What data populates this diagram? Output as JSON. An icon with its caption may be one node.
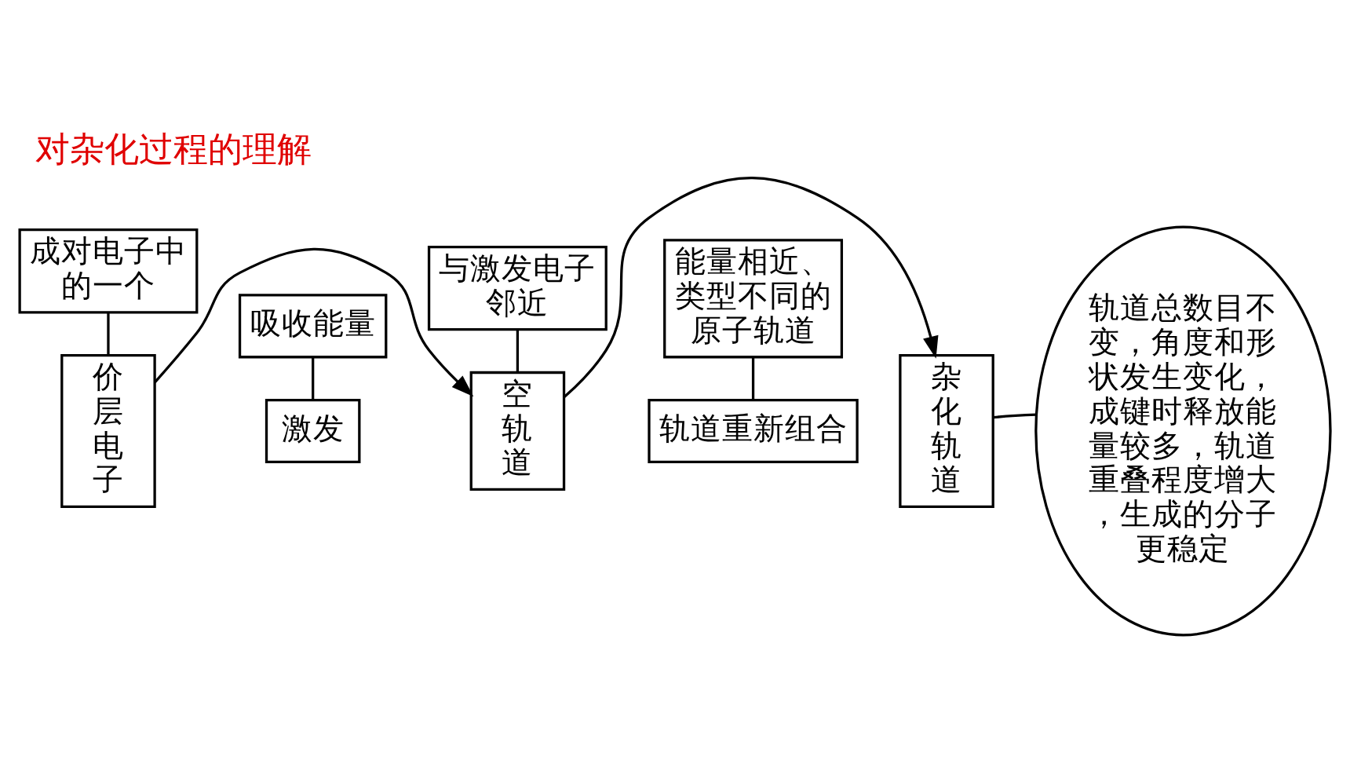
{
  "diagram": {
    "title": "对杂化过程的理解",
    "nodes": [
      {
        "text": [
          "价层电子"
        ]
      },
      {
        "text": [
          "激发"
        ]
      },
      {
        "text": [
          "吸收能量"
        ]
      },
      {
        "text": [
          "空轨道"
        ]
      },
      {
        "text": [
          "轨道重新组合"
        ]
      },
      {
        "text": [
          "杂化轨道"
        ]
      },
      {
        "text": [
          "轨道总数目不变，角度和形状发生变化，成键时释放能量较多，轨道重叠程度增大，生成的分子更稳定"
        ]
      },
      {
        "text": [
          "成对电子中的一个"
        ]
      },
      {
        "text": [
          "与激发电子邻近"
        ]
      },
      {
        "text": [
          "能量相近、类型不同的原子轨道"
        ]
      }
    ],
    "edges": [
      {
        "from": 0,
        "to": 3,
        "arrow": "to"
      },
      {
        "from": 3,
        "to": 5,
        "arrow": "to"
      },
      {
        "from": 2,
        "to": 1,
        "arrow": "none"
      },
      {
        "from": 6,
        "to": 5,
        "arrow": "none"
      },
      {
        "from": 7,
        "to": 0,
        "arrow": "none"
      },
      {
        "from": 8,
        "to": 3,
        "arrow": "none"
      },
      {
        "from": 9,
        "to": 4,
        "arrow": "none"
      }
    ]
  }
}
